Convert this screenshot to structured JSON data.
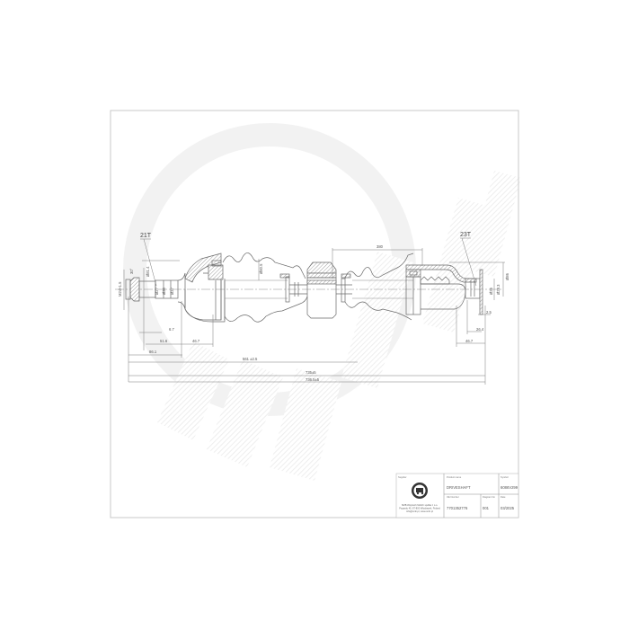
{
  "drawing": {
    "left_spline_label": "21T",
    "right_spline_label": "23T",
    "dimensions": {
      "left_thread": "M24×1.5",
      "left_thread_angle": "30°",
      "left_outer_dia": "Ø81.4",
      "left_spline_dia": "Ø27",
      "left_d2": "Ø30",
      "left_d3": "Ø37",
      "boot_dia_left": "Ø80.5",
      "offset_small": "6.7",
      "left_len_1": "51.6",
      "left_len_2": "46.7",
      "left_len_3": "86.1",
      "middle_top": "380",
      "mid_overall": "561 ±2.5",
      "total_1": "735±5",
      "total_2": "736.5±5",
      "right_outer_dia": "Ø86",
      "right_spline_dia": "Ø25",
      "right_d2": "Ø28.3",
      "right_len_1": "2.5",
      "right_len_2": "26.4",
      "right_len_3": "46.7"
    }
  },
  "title_block": {
    "supplier_caption": "Supplier",
    "supplier_address_line1": "SMB Wojciech Molich spółka z o.o.",
    "supplier_address_line2": "Pogardu 45, 87-800 Włocławek, Poland",
    "supplier_address_line3": "info@smb.pl, www.smb.pl",
    "product_name_caption": "Product name",
    "product_name": "DRIVESHAFT",
    "symbol_caption": "Symbol",
    "symbol": "6086V299",
    "oe_number_caption": "OE Number",
    "oe_number": "7701352776",
    "diagram_no_caption": "Diagram No",
    "diagram_no": "001",
    "date_caption": "Date",
    "date": "03/2025"
  },
  "colors": {
    "line": "#6a6a6a",
    "frame": "#c8c8c8",
    "watermark": "#efefef"
  }
}
